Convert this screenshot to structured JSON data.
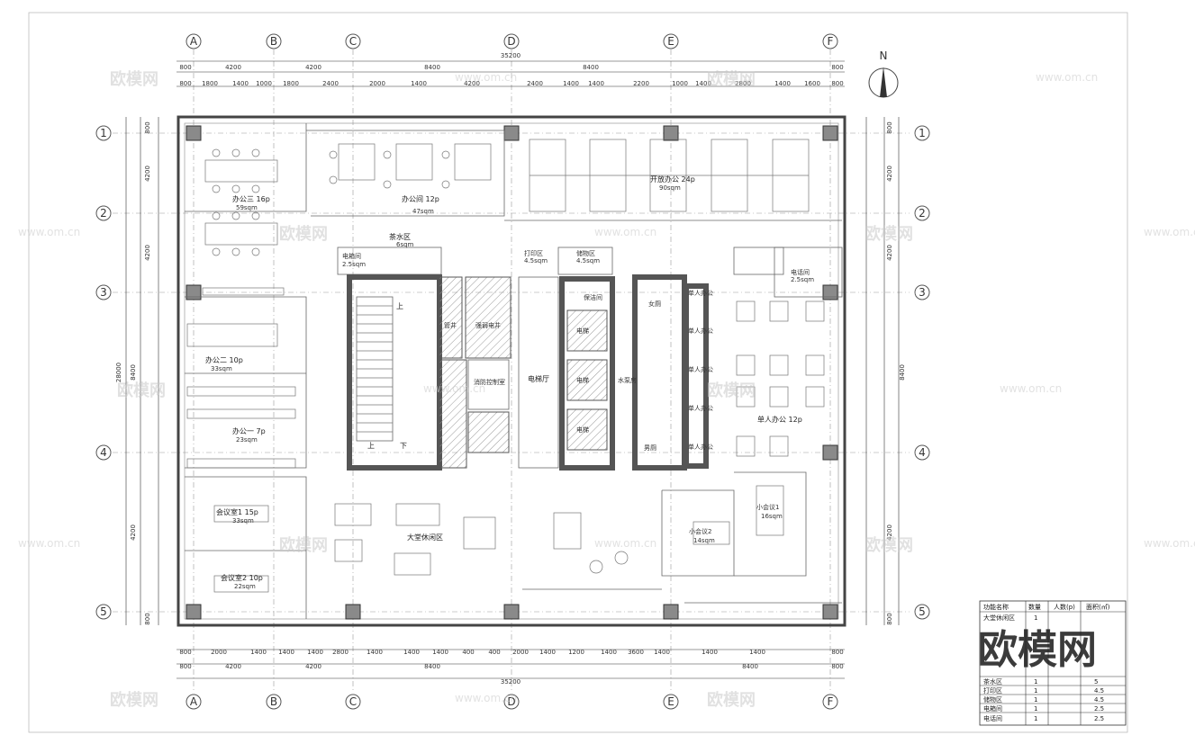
{
  "sheet": {
    "axis_letters": [
      "A",
      "B",
      "C",
      "D",
      "E",
      "F"
    ],
    "axis_numbers": [
      "1",
      "2",
      "3",
      "4",
      "5"
    ],
    "north_label": "N",
    "overall_dim": "35200"
  },
  "dims": {
    "top_row1": [
      "800",
      "4200",
      "4200",
      "8400",
      "8400",
      "800"
    ],
    "top_row2": [
      "800",
      "1800",
      "1400",
      "1000",
      "1800",
      "2400",
      "2000",
      "1400",
      "4200",
      "2400",
      "1400",
      "1400",
      "2200",
      "1000",
      "1400",
      "2800",
      "1400",
      "1600",
      "800"
    ],
    "bottom_row1": [
      "800",
      "2000",
      "1400",
      "1400",
      "1400",
      "2800",
      "1400",
      "1400",
      "1400",
      "400",
      "400",
      "2000",
      "1400",
      "1200",
      "1400",
      "3600",
      "1400",
      "1400",
      "1400",
      "800"
    ],
    "bottom_row2": [
      "800",
      "4200",
      "4200",
      "8400",
      "8400",
      "800"
    ],
    "left_vert": [
      "800",
      "4200",
      "4200",
      "8400",
      "4200",
      "800"
    ],
    "left_total": "28000"
  },
  "rooms": {
    "office3_name": "办公三 16p",
    "office3_area": "59sqm",
    "office_main_name": "办公间 12p",
    "office_main_area": "47sqm",
    "open_office_name": "开放办公 24p",
    "open_office_area": "90sqm",
    "tea_name": "茶水区",
    "tea_area": "6sqm",
    "power_name": "电箱间",
    "power_area": "2.5sqm",
    "print_name": "打印区",
    "print_area": "4.5sqm",
    "storage_name": "储物区",
    "storage_area": "4.5sqm",
    "phone_name": "电话间",
    "phone_area": "2.5sqm",
    "office2_name": "办公二 10p",
    "office2_area": "33sqm",
    "office1_name": "办公一 7p",
    "office1_area": "23sqm",
    "meeting1_name": "会议室1 15p",
    "meeting1_area": "33sqm",
    "meeting2_name": "会议室2 10p",
    "meeting2_area": "22sqm",
    "lounge_name": "大堂休闲区",
    "elevator_hall": "电梯厅",
    "single_office": "单人办公 12p",
    "small_meeting1": "小会议1",
    "small_meeting1_area": "16sqm",
    "small_meeting2": "小会议2",
    "small_meeting2_area": "14sqm",
    "core_up": "上",
    "core_down": "下",
    "pipe": "管井",
    "elev_machine": "强弱电井",
    "fire_room": "消防控制室",
    "female_wc": "女厕",
    "male_wc": "男厕",
    "ele_car": "电梯",
    "water_room": "水泵房",
    "cleaning": "保洁间",
    "single_room": "单人办公"
  },
  "legend": {
    "headers": [
      "功能名称",
      "数量",
      "人数(p)",
      "面积(㎡)"
    ],
    "rows": [
      [
        "大堂休闲区",
        "1",
        "",
        ""
      ],
      [
        "茶水区",
        "1",
        "",
        "5"
      ],
      [
        "打印区",
        "1",
        "",
        "4.5"
      ],
      [
        "储物区",
        "1",
        "",
        "4.5"
      ],
      [
        "电箱间",
        "1",
        "",
        "2.5"
      ],
      [
        "电话间",
        "1",
        "",
        "2.5"
      ]
    ]
  },
  "watermark": {
    "brand": "欧模网",
    "site": "www.om.cn"
  }
}
